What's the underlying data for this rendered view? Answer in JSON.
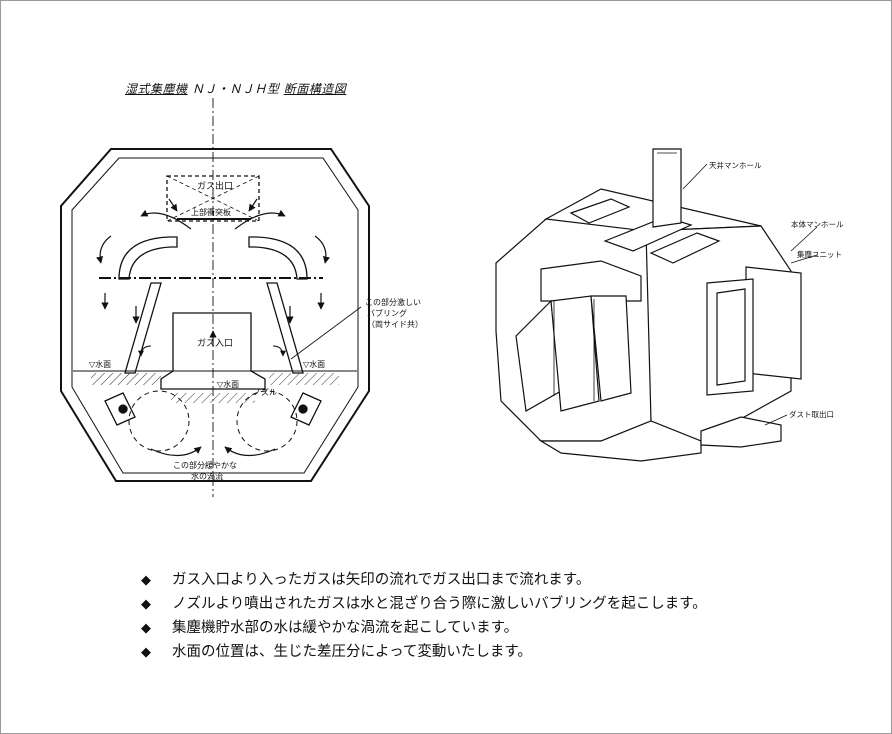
{
  "title": {
    "main": "湿式集塵機",
    "model": "ＮＪ・ＮＪＨ型",
    "suffix": "断面構造図"
  },
  "section_labels": {
    "gas_outlet": "ガス出口",
    "top_baffle": "上部衝突板",
    "gas_inlet": "ガス入口",
    "bubbling_line1": "この部分激しい",
    "bubbling_line2": "バブリング",
    "bubbling_line3": "（両サイド共）",
    "water_left": "▽水面",
    "water_right": "▽水面",
    "water_inner": "▽水面",
    "nozzle": "ノズル",
    "vortex_line1": "この部分緩やかな",
    "vortex_line2": "水の渦流"
  },
  "iso_labels": {
    "ceiling_manhole": "天井マンホール",
    "body_manhole": "本体マンホール",
    "dust_unit": "集塵ユニット",
    "dust_outlet": "ダスト取出口"
  },
  "bullet_glyph": "◆",
  "bullets": [
    "ガス入口より入ったガスは矢印の流れでガス出口まで流れます。",
    "ノズルより噴出されたガスは水と混ざり合う際に激しいバブリングを起こします。",
    "集塵機貯水部の水は緩やかな渦流を起こしています。",
    "水面の位置は、生じた差圧分によって変動いたします。"
  ]
}
